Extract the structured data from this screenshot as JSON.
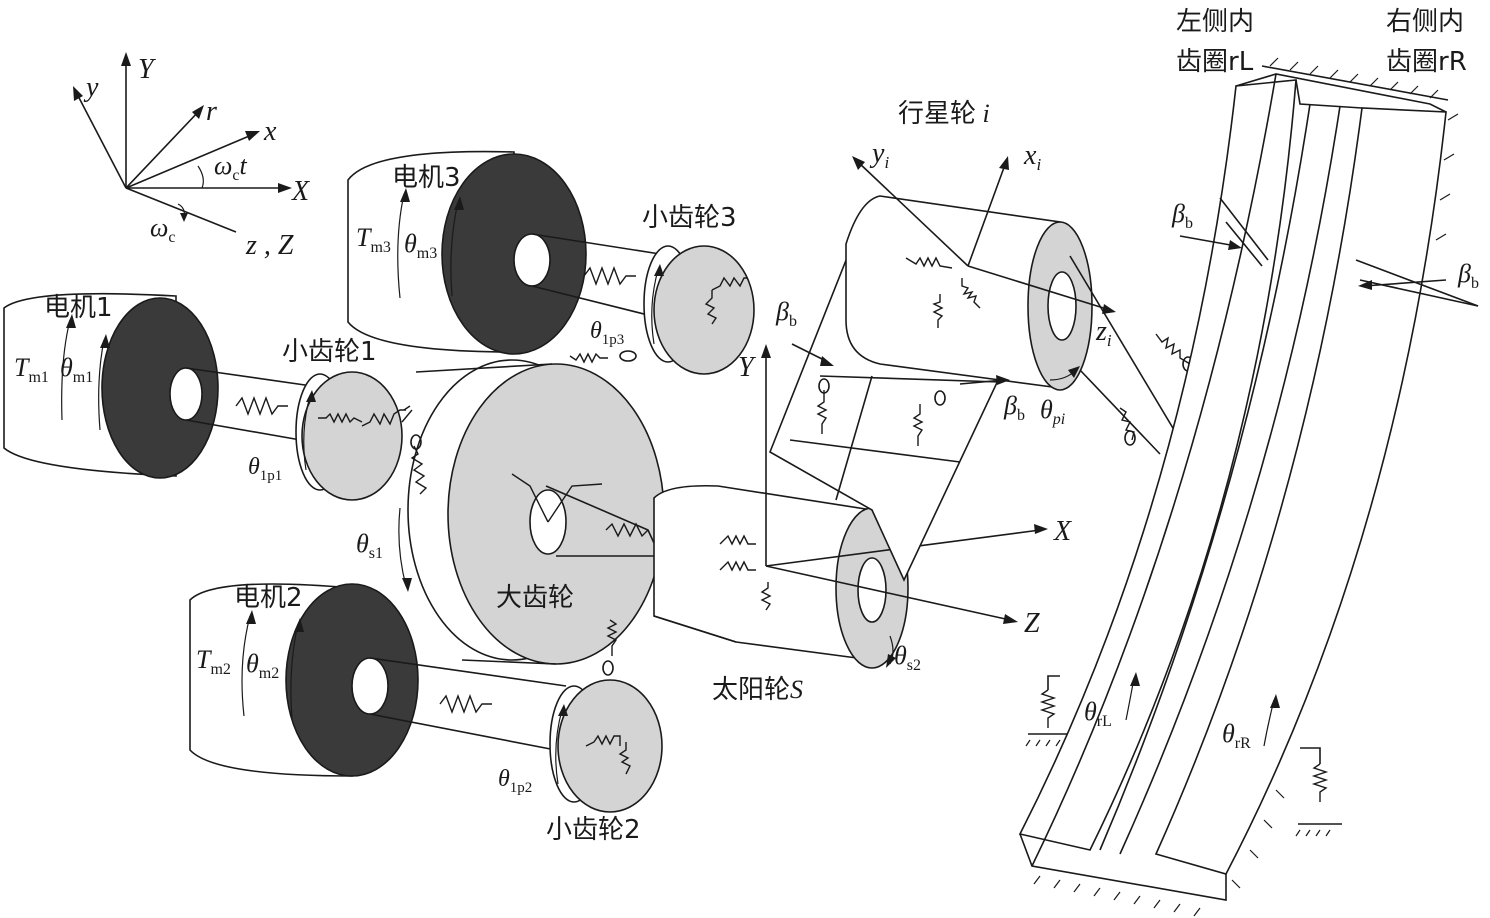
{
  "labels": {
    "motor1": "电机1",
    "motor2": "电机2",
    "motor3": "电机3",
    "pinion1": "小齿轮1",
    "pinion2": "小齿轮2",
    "pinion3": "小齿轮3",
    "big_gear": "大齿轮",
    "sun_gear": "太阳轮",
    "sun_gear_sym": "S",
    "planet_gear": "行星轮",
    "planet_gear_sym": "i",
    "left_ring_line1": "左侧内",
    "left_ring_line2": "齿圈rL",
    "right_ring_line1": "右侧内",
    "right_ring_line2": "齿圈rR"
  },
  "symbols": {
    "T": "T",
    "theta": "θ",
    "beta": "β",
    "omega": "ω",
    "sub_m1": "m1",
    "sub_m2": "m2",
    "sub_m3": "m3",
    "sub_1p1": "1p1",
    "sub_1p2": "1p2",
    "sub_1p3": "1p3",
    "sub_s1": "s1",
    "sub_s2": "s2",
    "sub_b": "b",
    "sub_c": "c",
    "sub_pi": "pi",
    "sub_rL": "rL",
    "sub_rR": "rR",
    "sub_i": "i",
    "t": "t"
  },
  "axes": {
    "top_Y": "Y",
    "top_y": "y",
    "top_r": "r",
    "top_x": "x",
    "top_X": "X",
    "top_zZ": "z , Z",
    "center_Y": "Y",
    "center_X": "X",
    "center_Z": "Z",
    "planet_y": "y",
    "planet_x": "x",
    "planet_z": "z"
  }
}
